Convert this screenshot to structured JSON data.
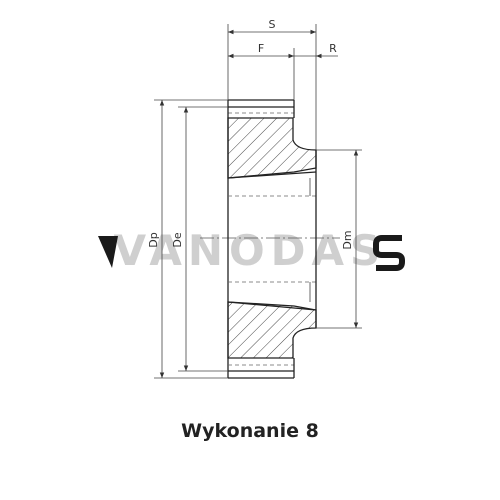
{
  "dimensions": {
    "s": "S",
    "f": "F",
    "r": "R",
    "dp": "Dp",
    "de": "De",
    "dm": "Dm"
  },
  "watermark": "VANODAS",
  "caption": "Wykonanie 8",
  "colors": {
    "line": "#222222",
    "hatch": "#333333",
    "watermark": "#cfcfcf",
    "watermark_dark": "#1a1a1a"
  }
}
